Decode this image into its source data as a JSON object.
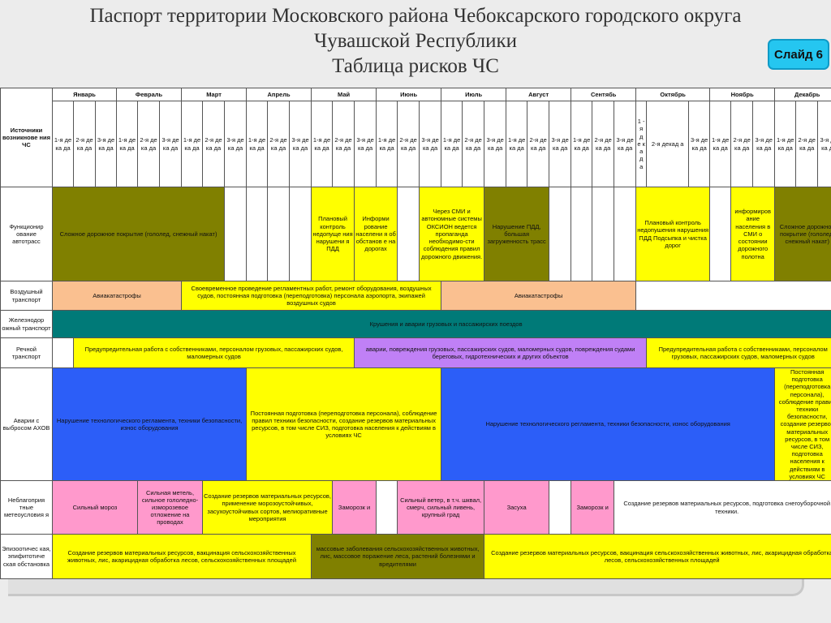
{
  "title": {
    "line1": "Паспорт территории Московского района Чебоксарского городского округа",
    "line2": "Чувашской Республики",
    "line3": "Таблица рисков ЧС"
  },
  "slide_badge": "Слайд 6",
  "table": {
    "source_header": "Источники возникнове ния ЧС",
    "months": [
      "Январь",
      "Февраль",
      "Март",
      "Апрель",
      "Май",
      "Июнь",
      "Июль",
      "Август",
      "Сентябь",
      "Октябрь",
      "Ноябрь",
      "Декабрь"
    ],
    "decades": [
      "1-я де ка да",
      "2-я де ка да",
      "3-я де ка да"
    ],
    "october_decades": [
      "1 - я д е к а д а",
      "2-я декад а",
      "3-я де ка да"
    ],
    "rows": [
      {
        "source": "Функционир ование автотрасс",
        "cells": [
          {
            "text": "Сложное дорожное покрытие (гололед, снежный накат)",
            "color": "olive"
          },
          {
            "text": "",
            "color": "white"
          },
          {
            "text": "",
            "color": "white"
          },
          {
            "text": "",
            "color": "white"
          },
          {
            "text": "",
            "color": "white"
          },
          {
            "text": "Плановый контроль недопуще ния нарушени я ПДД",
            "color": "yellow"
          },
          {
            "text": "Информи рование населени я об обстанов е на дорогах",
            "color": "yellow"
          },
          {
            "text": "",
            "color": "white"
          },
          {
            "text": "Через СМИ и автономные системы ОКСИОН ведется пропаганда необходимо-сти соблюдения правил дорожного движения.",
            "color": "yellow"
          },
          {
            "text": "Нарушение ПДД, большая загруженность трасс",
            "color": "olive"
          },
          {
            "text": "",
            "color": "white"
          },
          {
            "text": "",
            "color": "white"
          },
          {
            "text": "",
            "color": "white"
          },
          {
            "text": "",
            "color": "white"
          },
          {
            "text": "Плановый контроль недопушения нарушения ПДД Подсыпка и чистка дорог",
            "color": "yellow"
          },
          {
            "text": "",
            "color": "white"
          },
          {
            "text": "информиров ание населения в СМИ о состоянии дорожного полотна",
            "color": "yellow"
          },
          {
            "text": "Сложное дорожное покрытие (гололед, снежный накат)",
            "color": "olive"
          }
        ]
      },
      {
        "source": "Воздушный транспорт",
        "cells": [
          {
            "text": "Авиакатастрофы",
            "color": "peach"
          },
          {
            "text": "Своевременное проведение регламентных работ, ремонт оборудования, воздушных судов, постоянная подготовка (переподготовка) персонала аэропорта, экипажей воздушных судов",
            "color": "yellow"
          },
          {
            "text": "Авиакатастрофы",
            "color": "peach"
          },
          {
            "text": "",
            "color": "white"
          }
        ]
      },
      {
        "source": "Железнодор ожный транспорт",
        "cells": [
          {
            "text": "Крушения и аварии грузовых и пассажирских поездов",
            "color": "teal"
          }
        ]
      },
      {
        "source": "Речной транспорт",
        "cells": [
          {
            "text": "",
            "color": "white"
          },
          {
            "text": "Предупредительная работа с собственниками, персоналом грузовых, пассажирских судов, маломерных судов",
            "color": "yellow"
          },
          {
            "text": "аварии, повреждения грузовых, пассажирских судов, маломерных судов, повреждения судами береговых, гидротехнических и других объектов",
            "color": "lav"
          },
          {
            "text": "Предупредительная работа с собственниками, персоналом грузовых, пассажирских судов, маломерных судов",
            "color": "yellow"
          },
          {
            "text": "",
            "color": "white"
          }
        ]
      },
      {
        "source": "Аварии с выбросом АХОВ",
        "cells": [
          {
            "text": "Нарушение технологического регламента, техники безопасности, износ оборудования",
            "color": "blue"
          },
          {
            "text": "Постоянная подготовка (переподготовка персонала), соблюдение правил техники безопасности, создание резервов материальных ресурсов, в том числе СИЗ, подготовка населения к действиям в условиях ЧС",
            "color": "yellow"
          },
          {
            "text": "Нарушение технологического регламента, техники безопасности, износ оборудования",
            "color": "blue"
          },
          {
            "text": "Постоянная подготовка (переподготовка персонала), соблюдение правил техники безопасности, создание резервов материальных ресурсов, в том числе СИЗ, подготовка населения к действиям в условиях ЧС",
            "color": "yellow"
          }
        ]
      },
      {
        "source": "Неблагоприя тные метеоусловия я",
        "cells": [
          {
            "text": "Сильный мороз",
            "color": "pink"
          },
          {
            "text": "Сильная метель, сильное гололедно- изморозевое отложение на проводах",
            "color": "pink"
          },
          {
            "text": "Создание резервов материальных ресурсов, применение морозоустойчивых, засухоустойчивых сортов, мелиоративные мероприятия",
            "color": "yellow"
          },
          {
            "text": "Заморозк и",
            "color": "pink"
          },
          {
            "text": "",
            "color": "white"
          },
          {
            "text": "Сильный ветер, в т.ч. шквал, смерч, сильный ливень, крупный град",
            "color": "pink"
          },
          {
            "text": "Засуха",
            "color": "pink"
          },
          {
            "text": "",
            "color": "white"
          },
          {
            "text": "Заморозк и",
            "color": "pink"
          },
          {
            "text": "Создание резервов материальных ресурсов, подготовка снегоуборочной техники.",
            "color": "white"
          }
        ]
      },
      {
        "source": "Эпизоотичес кая, эпифитотиче ская обстановка",
        "cells": [
          {
            "text": "Создание резервов материальных ресурсов, вакцинация сельскохозяйственных животных, лис, акарицидная обработка лесов, сельскохозяйственных площадей",
            "color": "yellow"
          },
          {
            "text": "массовые заболевания сельскохозяйственных животных, лис, массовое поражение леса, растений болезнями и вредителями",
            "color": "olive"
          },
          {
            "text": "Создание резервов материальных ресурсов, вакцинация сельскохозяйственных животных, лис, акарицидная обработка лесов, сельскохозяйственных площадей",
            "color": "yellow"
          }
        ]
      }
    ]
  }
}
